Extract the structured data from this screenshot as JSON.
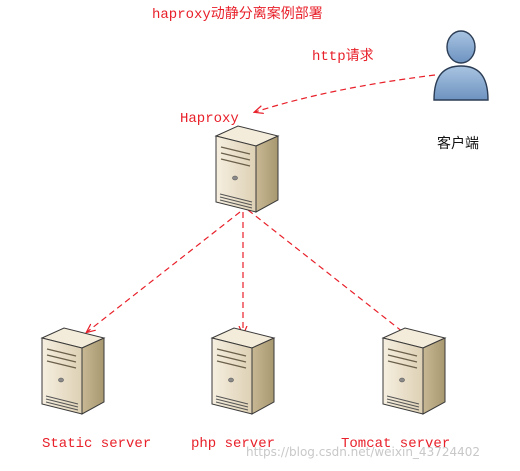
{
  "title": "haproxy动静分离案例部署",
  "request_label": "http请求",
  "client": {
    "label": "客户端",
    "icon": "user-icon"
  },
  "proxy": {
    "label": "Haproxy",
    "icon": "server-icon"
  },
  "servers": [
    {
      "label": "Static server",
      "icon": "server-icon"
    },
    {
      "label": "php server",
      "icon": "server-icon"
    },
    {
      "label": "Tomcat server",
      "icon": "server-icon"
    }
  ],
  "watermark": "https://blog.csdn.net/weixin_43724402",
  "colors": {
    "text_red": "#e8202a",
    "arrow_red": "#e8202a",
    "server_body": "#eee4d0",
    "user_blue": "#8fb0d4"
  }
}
